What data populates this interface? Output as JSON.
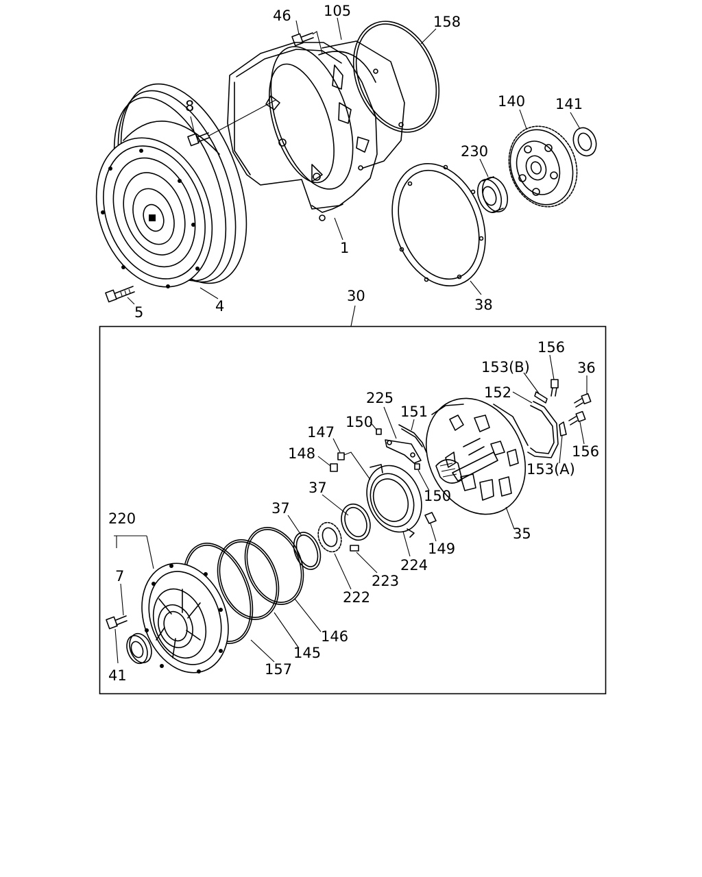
{
  "callouts": {
    "c46": "46",
    "c105": "105",
    "c158": "158",
    "c8": "8",
    "c140": "140",
    "c141": "141",
    "c230": "230",
    "c1": "1",
    "c5": "5",
    "c4": "4",
    "c38": "38",
    "c30": "30",
    "c156a": "156",
    "c153b": "153(B)",
    "c36": "36",
    "c152": "152",
    "c225": "225",
    "c151": "151",
    "c150a": "150",
    "c147": "147",
    "c148": "148",
    "c156b": "156",
    "c153a": "153(A)",
    "c150b": "150",
    "c37a": "37",
    "c37b": "37",
    "c220": "220",
    "c7": "7",
    "c35": "35",
    "c149": "149",
    "c224": "224",
    "c223": "223",
    "c222": "222",
    "c146": "146",
    "c145": "145",
    "c157": "157",
    "c41": "41"
  }
}
